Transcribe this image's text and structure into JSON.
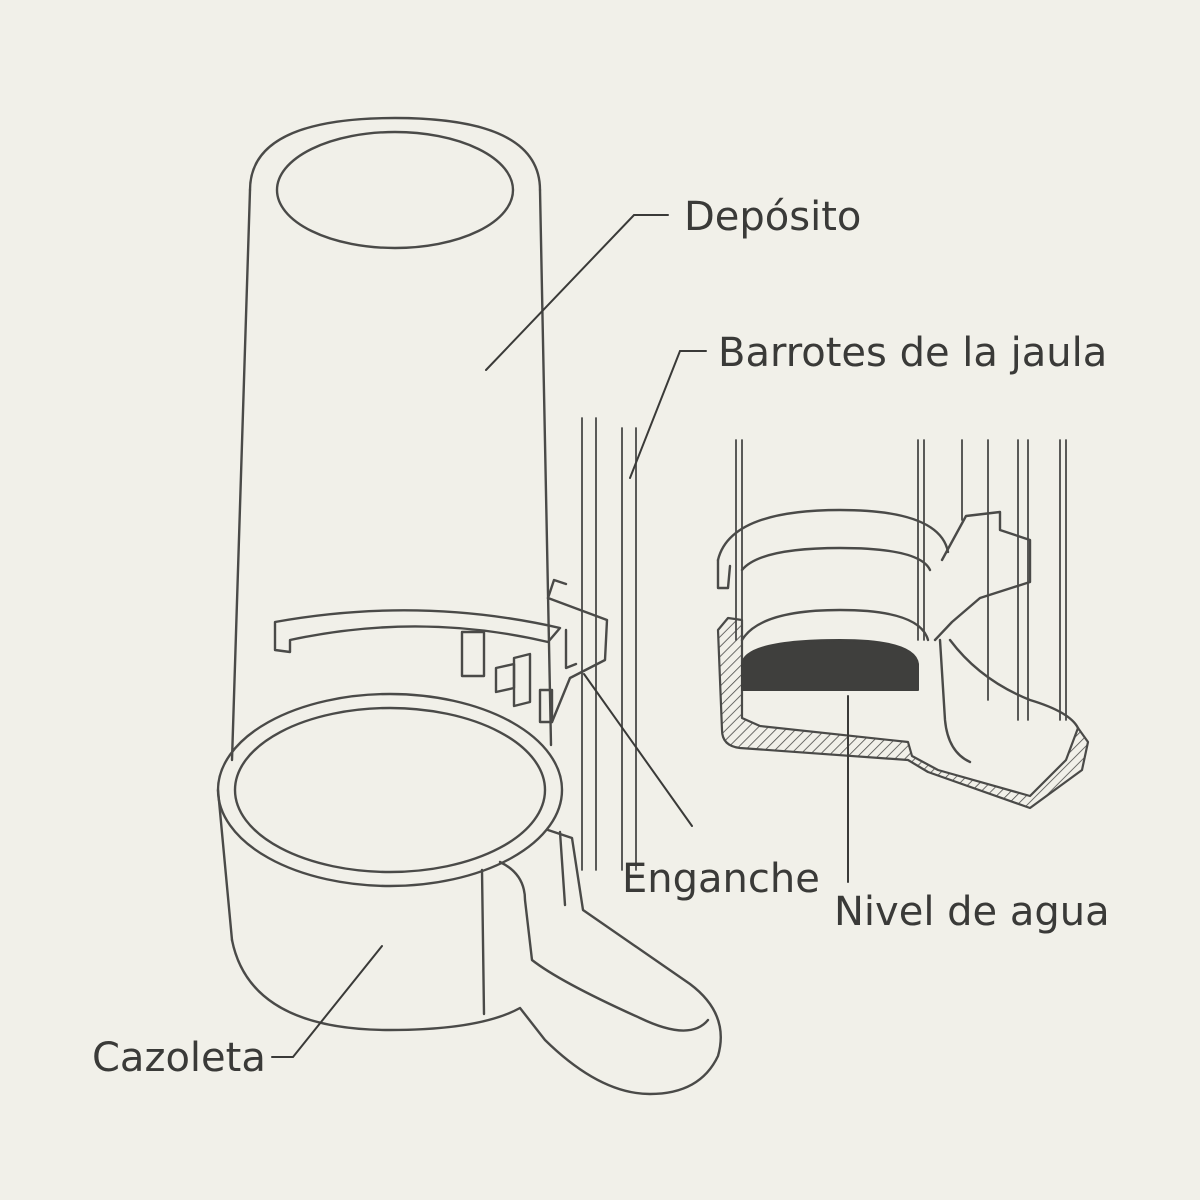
{
  "labels": {
    "deposito": "Depósito",
    "barrotes": "Barrotes de la jaula",
    "enganche": "Enganche",
    "nivel_agua": "Nivel de agua",
    "cazoleta": "Cazoleta"
  },
  "colors": {
    "background": "#f1f0e9",
    "line": "#4a4a48",
    "text": "#3a3a38"
  }
}
